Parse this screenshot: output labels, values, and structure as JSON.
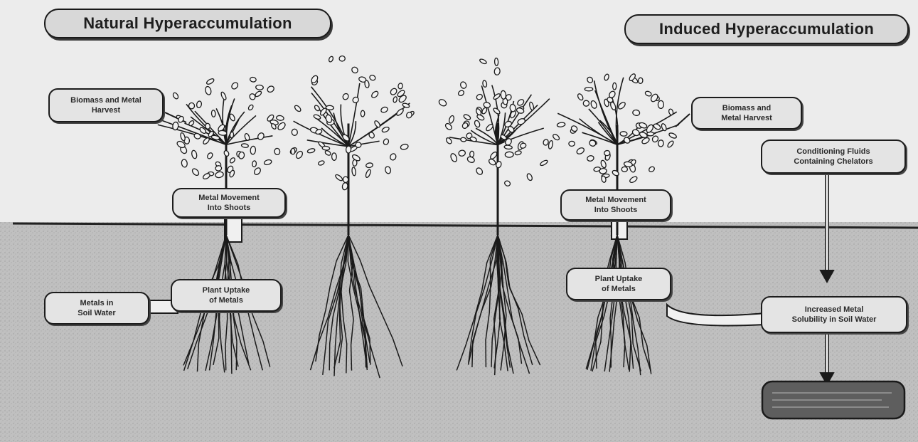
{
  "titles": {
    "natural": "Natural Hyperaccumulation",
    "induced": "Induced Hyperaccumulation"
  },
  "labels": {
    "biomass_harvest_left": "Biomass and Metal\nHarvest",
    "metal_movement_left": "Metal Movement\nInto Shoots",
    "plant_uptake_left": "Plant Uptake\nof Metals",
    "metals_soil_water": "Metals in\nSoil Water",
    "biomass_harvest_right": "Biomass and\nMetal Harvest",
    "metal_movement_right": "Metal Movement\nInto Shoots",
    "plant_uptake_right": "Plant Uptake\nof Metals",
    "conditioning_fluids": "Conditioning Fluids\nContaining Chelators",
    "increased_solubility": "Increased Metal\nSolubility in Soil Water"
  },
  "colors": {
    "soil": "#bdbdbd",
    "sky": "#ececec",
    "ink": "#1a1a1a",
    "outline": "#1c1c1c"
  }
}
